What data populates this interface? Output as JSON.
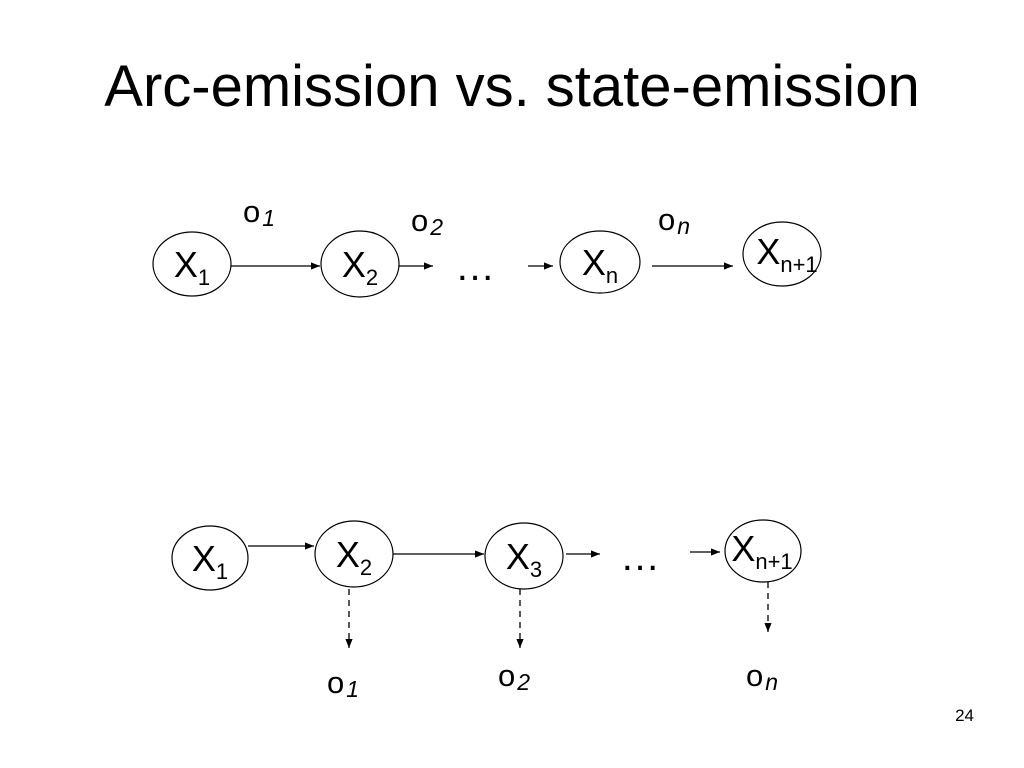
{
  "slide": {
    "title": "Arc-emission vs. state-emission",
    "page_number": "24"
  },
  "arc_emission": {
    "nodes": [
      {
        "id": "x1",
        "base": "X",
        "sub": "1"
      },
      {
        "id": "x2",
        "base": "X",
        "sub": "2"
      },
      {
        "id": "xn",
        "base": "X",
        "sub": "n"
      },
      {
        "id": "xn1",
        "base": "X",
        "sub": "n+1"
      }
    ],
    "ellipsis": "…",
    "arc_labels": [
      {
        "base": "o",
        "sub": "1"
      },
      {
        "base": "o",
        "sub": "2"
      },
      {
        "base": "o",
        "sub": "n"
      }
    ]
  },
  "state_emission": {
    "nodes": [
      {
        "id": "x1",
        "base": "X",
        "sub": "1"
      },
      {
        "id": "x2",
        "base": "X",
        "sub": "2"
      },
      {
        "id": "x3",
        "base": "X",
        "sub": "3"
      },
      {
        "id": "xn1",
        "base": "X",
        "sub": "n+1"
      }
    ],
    "ellipsis": "…",
    "emissions": [
      {
        "base": "o",
        "sub": "1"
      },
      {
        "base": "o",
        "sub": "2"
      },
      {
        "base": "o",
        "sub": "n"
      }
    ]
  }
}
